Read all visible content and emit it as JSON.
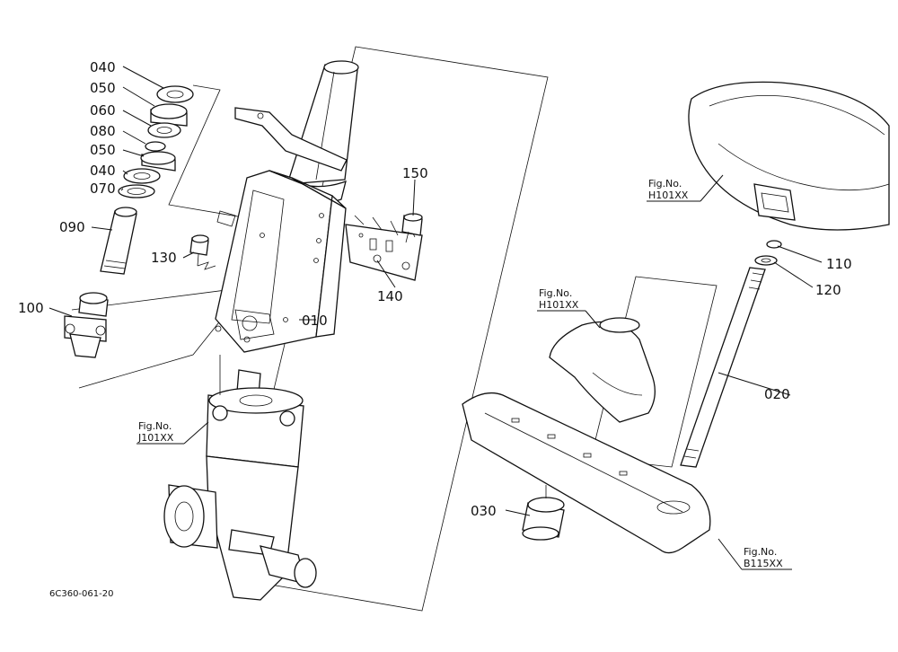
{
  "drawing_code": "6C360-061-20",
  "callouts": [
    {
      "id": "040a",
      "text": "040"
    },
    {
      "id": "050a",
      "text": "050"
    },
    {
      "id": "060",
      "text": "060"
    },
    {
      "id": "080",
      "text": "080"
    },
    {
      "id": "050b",
      "text": "050"
    },
    {
      "id": "040b",
      "text": "040"
    },
    {
      "id": "070",
      "text": "070"
    },
    {
      "id": "090",
      "text": "090"
    },
    {
      "id": "100",
      "text": "100"
    },
    {
      "id": "130",
      "text": "130"
    },
    {
      "id": "140",
      "text": "140"
    },
    {
      "id": "150",
      "text": "150"
    },
    {
      "id": "010",
      "text": "010"
    },
    {
      "id": "110",
      "text": "110"
    },
    {
      "id": "120",
      "text": "120"
    },
    {
      "id": "020",
      "text": "020"
    },
    {
      "id": "030",
      "text": "030"
    }
  ],
  "figure_refs": [
    {
      "id": "steering-wheel",
      "line1": "Fig.No.",
      "line2": "H101XX"
    },
    {
      "id": "dash-cover",
      "line1": "Fig.No.",
      "line2": "H101XX"
    },
    {
      "id": "steering-gear",
      "line1": "Fig.No.",
      "line2": "J101XX"
    },
    {
      "id": "lower-cover",
      "line1": "Fig.No.",
      "line2": "B115XX"
    }
  ]
}
